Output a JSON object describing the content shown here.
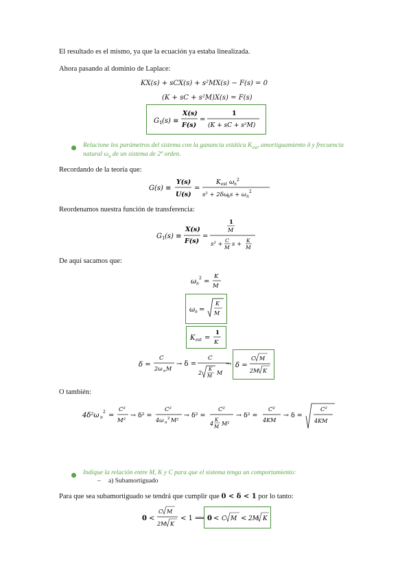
{
  "paragraphs": {
    "p1": "El resultado es el mismo, ya que la ecuación ya estaba linealizada.",
    "p2": "Ahora pasando al dominio de Laplace:",
    "p3": "Recordando de la teoría que:",
    "p4": "Reordenamos nuestra función de transferencia:",
    "p5": "De aquí sacamos que:",
    "p6": "O también:",
    "p7": "Para que sea subamortiguado se tendrá que cumplir que",
    "p7_math": "0 < δ < 1",
    "p7_end": "por lo tanto:"
  },
  "bullets": {
    "b1_line1": "Relacione los parámetros del sistema con la ganancia estática K",
    "b1_sub": "est",
    "b1_line1_end": ", amortiguamiento δ y frecuencia",
    "b1_line2": "natural ω",
    "b1_line2_sub": "n",
    "b1_line2_end": " de un sistema de 2º orden.",
    "b2": "Indique la relación entre M, K y C para que el sistema tenga un comportamiento:",
    "sub_dash": "–",
    "sub_item": "a) Subamortiguado"
  },
  "equations": {
    "eq1": "KX(s) + sCX(s) + s²MX(s) − F(s) = 0",
    "eq2": "(K + sC + s²M)X(s) = F(s)"
  }
}
